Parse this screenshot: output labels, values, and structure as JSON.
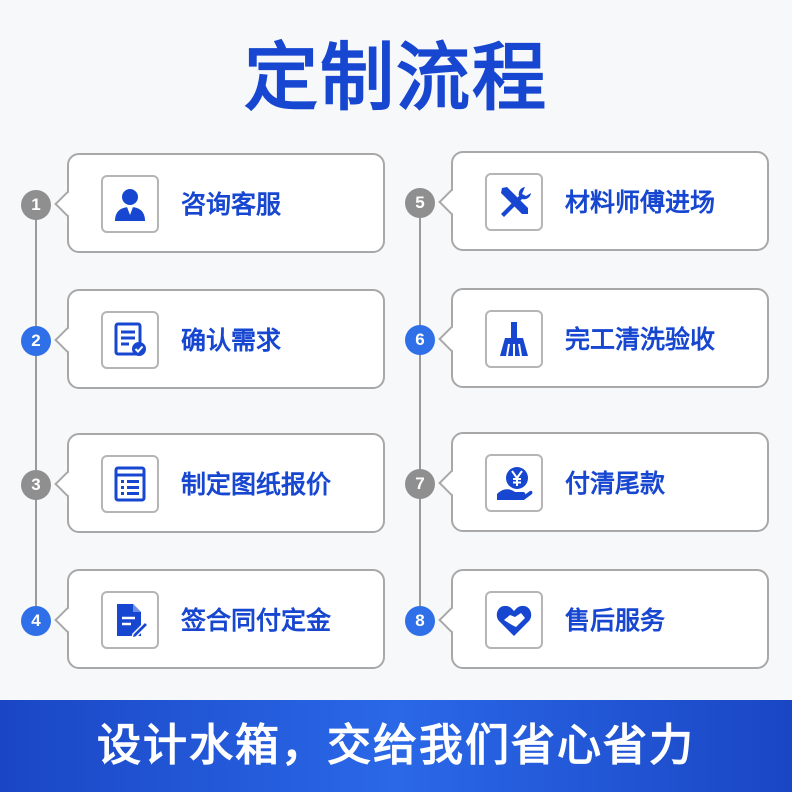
{
  "title": "定制流程",
  "steps": [
    {
      "number": "1",
      "label": "咨询客服",
      "icon": "customer-service-icon"
    },
    {
      "number": "2",
      "label": "确认需求",
      "icon": "checklist-document-icon"
    },
    {
      "number": "3",
      "label": "制定图纸报价",
      "icon": "list-document-icon"
    },
    {
      "number": "4",
      "label": "签合同付定金",
      "icon": "contract-sign-icon"
    },
    {
      "number": "5",
      "label": "材料师傅进场",
      "icon": "tools-icon"
    },
    {
      "number": "6",
      "label": "完工清洗验收",
      "icon": "broom-icon"
    },
    {
      "number": "7",
      "label": "付清尾款",
      "icon": "yen-payment-icon"
    },
    {
      "number": "8",
      "label": "售后服务",
      "icon": "handshake-heart-icon"
    }
  ],
  "banner": "设计水箱，交给我们省心省力",
  "colors": {
    "title": "#1747d0",
    "accent_dot": "#2f6fe8",
    "gray_dot": "#8f8f8f",
    "banner": "#1a46c4"
  }
}
